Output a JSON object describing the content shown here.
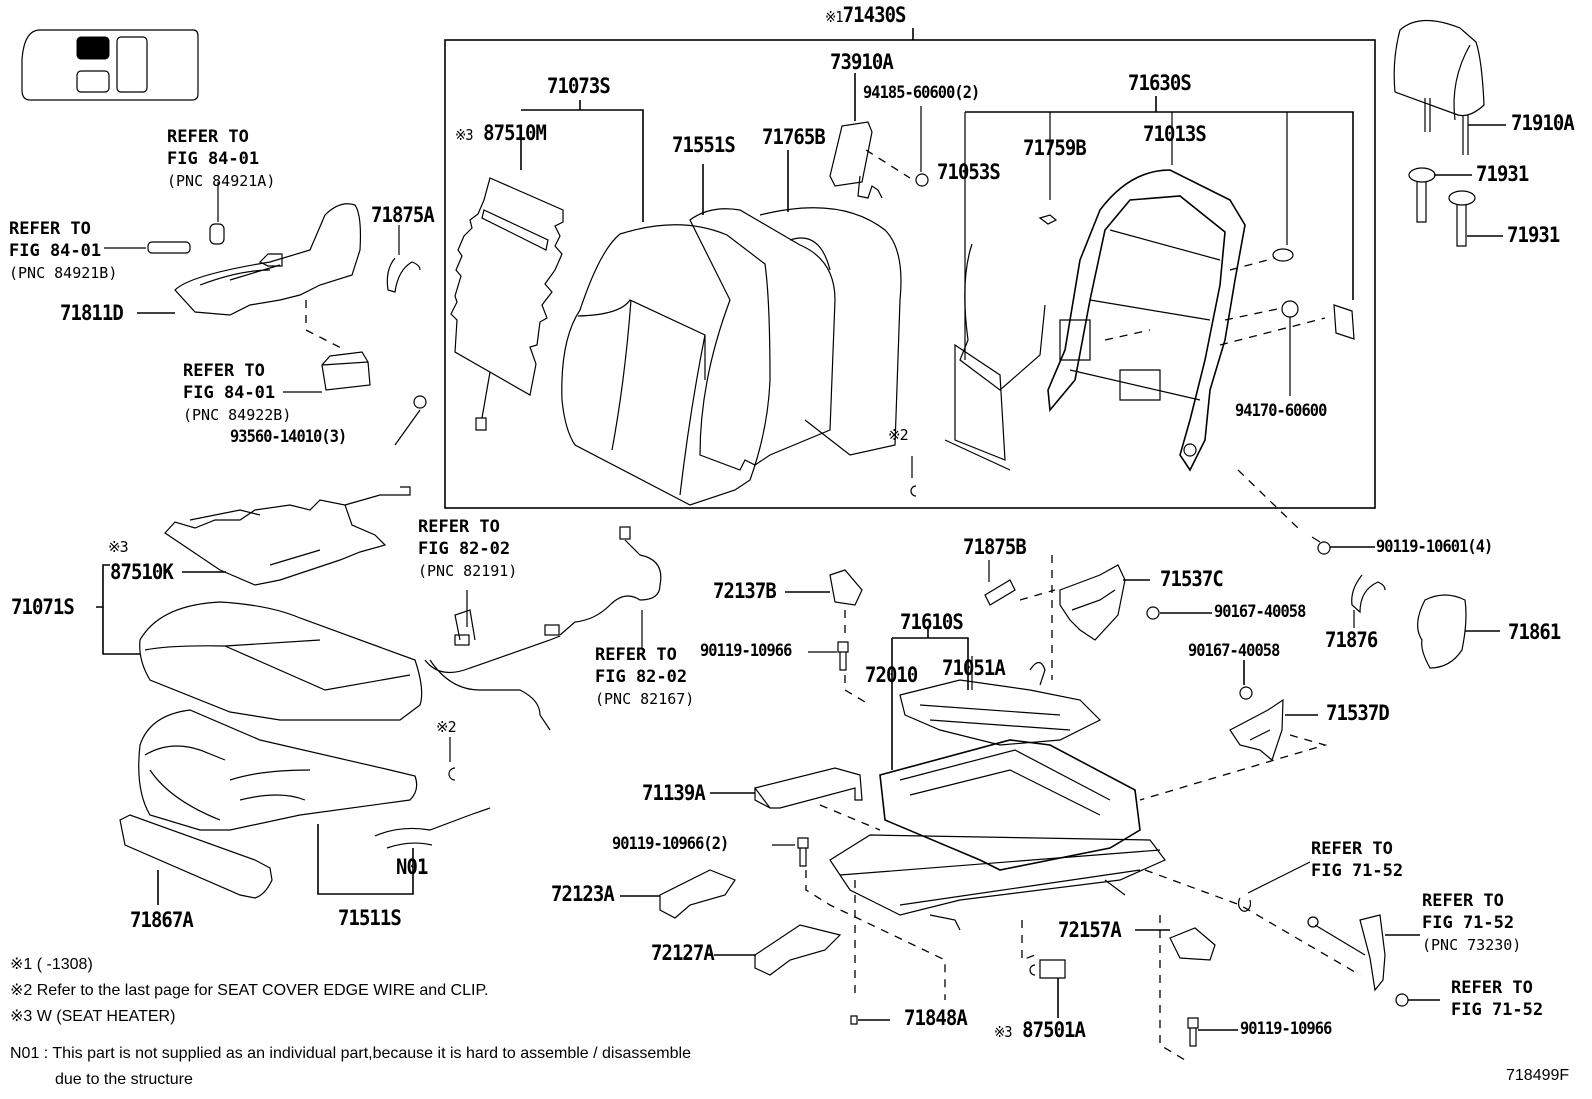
{
  "diagram": {
    "figure_id": "718499F",
    "group_box_label": {
      "mark": "※1",
      "part": "71430S"
    },
    "parts": {
      "p71073S": "71073S",
      "p87510M": {
        "mark": "※3",
        "part": "87510M"
      },
      "p71551S": "71551S",
      "p71765B": "71765B",
      "p73910A": "73910A",
      "p94185": "94185-60600(2)",
      "p71053S": "71053S",
      "p71630S": "71630S",
      "p71759B": "71759B",
      "p71013S": "71013S",
      "p94170": "94170-60600",
      "p71910A": "71910A",
      "p71931a": "71931",
      "p71931b": "71931",
      "p71875A": "71875A",
      "p71811D": "71811D",
      "p93560": "93560-14010(3)",
      "p87510K": {
        "mark": "※3",
        "part": "87510K"
      },
      "p71071S": "71071S",
      "p71867A": "71867A",
      "p71511S": "71511S",
      "pN01": "N01",
      "p72137B": "72137B",
      "p90119a": "90119-10966",
      "p71875B": "71875B",
      "p71537C": "71537C",
      "p90167a": "90167-40058",
      "p71610S": "71610S",
      "p72010": "72010",
      "p71051A": "71051A",
      "p90167b": "90167-40058",
      "p71537D": "71537D",
      "p90119_10601": "90119-10601(4)",
      "p71876": "71876",
      "p71861": "71861",
      "p71139A": "71139A",
      "p90119b": "90119-10966(2)",
      "p72123A": "72123A",
      "p72127A": "72127A",
      "p72157A": "72157A",
      "p71848A": "71848A",
      "p87501A": {
        "mark": "※3",
        "part": "87501A"
      },
      "p90119c": "90119-10966"
    },
    "clip_marks": {
      "back": "※2",
      "cushion": "※2"
    },
    "references": {
      "r84921A": {
        "line1": "REFER TO",
        "line2": "FIG 84-01",
        "pnc": "(PNC 84921A)"
      },
      "r84921B": {
        "line1": "REFER TO",
        "line2": "FIG 84-01",
        "pnc": "(PNC 84921B)"
      },
      "r84922B": {
        "line1": "REFER TO",
        "line2": "FIG 84-01",
        "pnc": "(PNC 84922B)"
      },
      "r82191": {
        "line1": "REFER TO",
        "line2": "FIG 82-02",
        "pnc": "(PNC 82191)"
      },
      "r82167": {
        "line1": "REFER TO",
        "line2": "FIG 82-02",
        "pnc": "(PNC 82167)"
      },
      "r7152a": {
        "line1": "REFER TO",
        "line2": "FIG 71-52"
      },
      "r73230": {
        "line1": "REFER TO",
        "line2": "FIG 71-52",
        "pnc": "(PNC 73230)"
      },
      "r7152b": {
        "line1": "REFER TO",
        "line2": "FIG 71-52"
      }
    },
    "notes": [
      "※1 (      -1308)",
      "※2 Refer to the last page for SEAT COVER EDGE WIRE and CLIP.",
      "※3 W (SEAT HEATER)"
    ],
    "n01_note": {
      "line1": "N01 : This part is not supplied as an individual part,because it is hard to assemble / disassemble",
      "line2": "due to the structure"
    },
    "locator_icon": "seat-position-locator-icon"
  }
}
